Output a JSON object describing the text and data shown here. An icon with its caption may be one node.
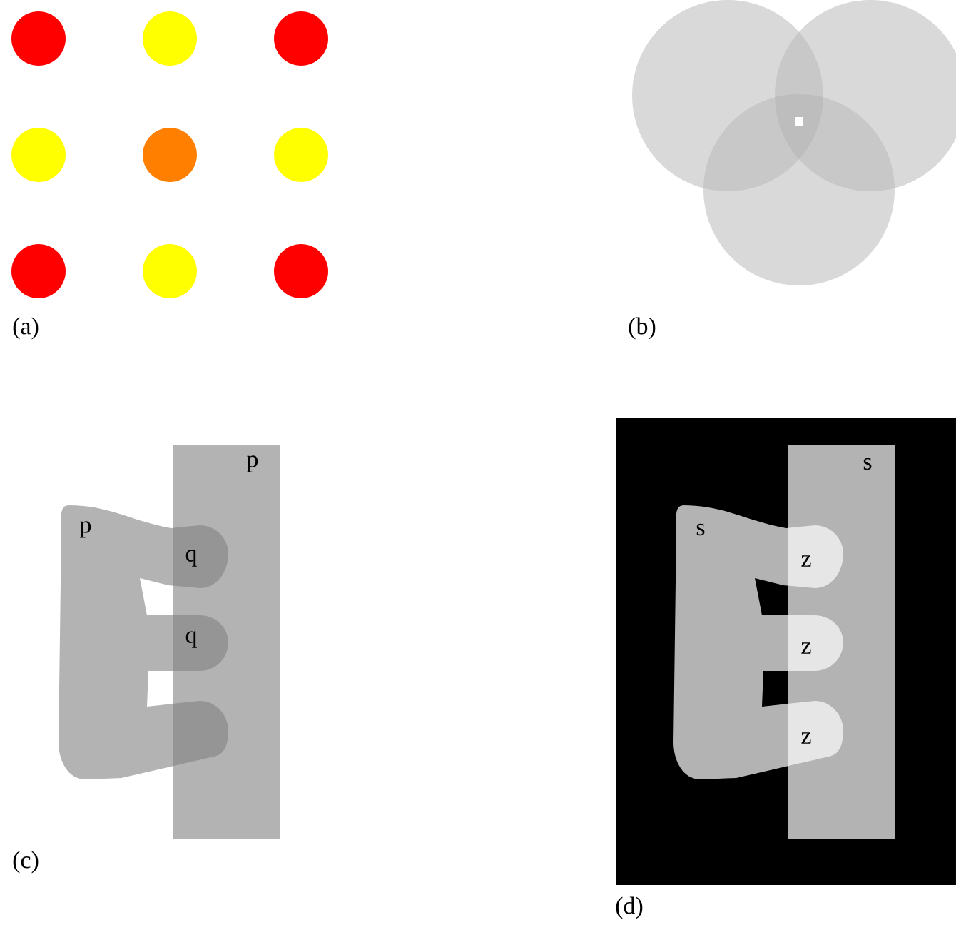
{
  "diagram": {
    "nodes": [
      {
        "text": [
          "p"
        ]
      },
      {
        "text": [
          "p"
        ]
      },
      {
        "text": [
          "s"
        ]
      },
      {
        "text": [
          "s"
        ]
      }
    ],
    "labels": [
      "(a)",
      "(b)",
      "q",
      "q",
      "(c)",
      "z",
      "z",
      "z",
      "(d)"
    ]
  }
}
